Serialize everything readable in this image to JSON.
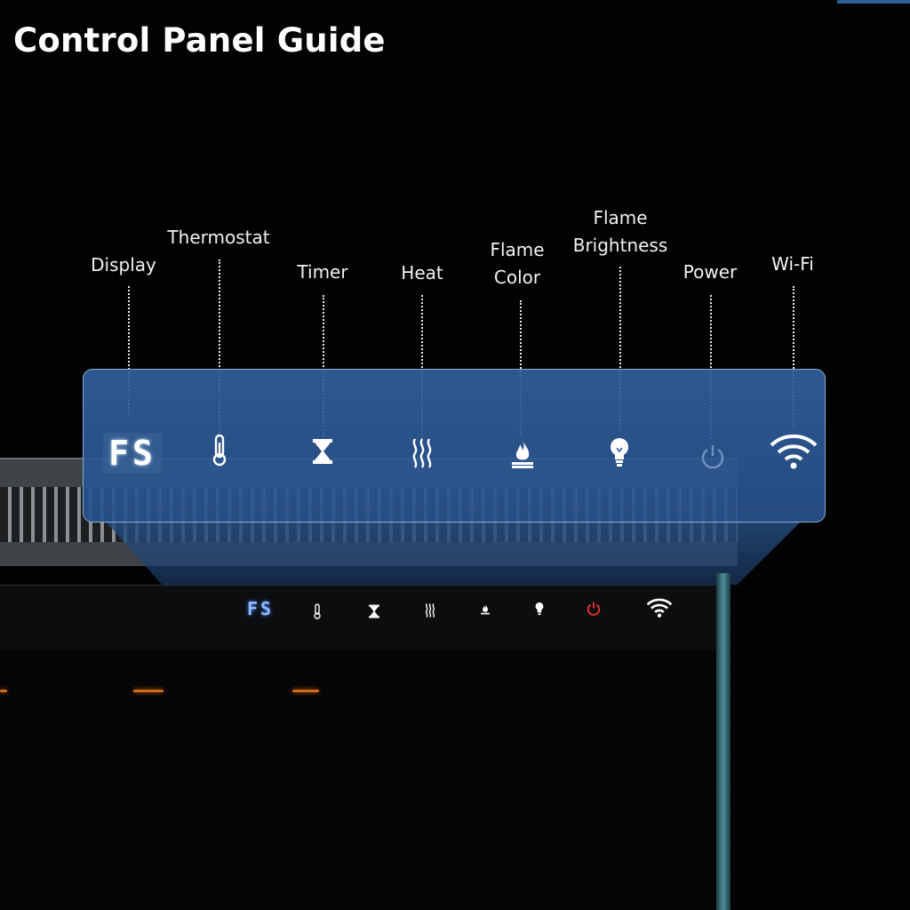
{
  "page": {
    "title": "Control Panel Guide"
  },
  "controls": [
    {
      "id": "display",
      "label": "Display",
      "icon": "display-fs-readout",
      "readout": "FS"
    },
    {
      "id": "thermostat",
      "label": "Thermostat",
      "icon": "thermometer-icon"
    },
    {
      "id": "timer",
      "label": "Timer",
      "icon": "hourglass-icon"
    },
    {
      "id": "heat",
      "label": "Heat",
      "icon": "heat-waves-icon"
    },
    {
      "id": "flame-color",
      "label": "Flame\nColor",
      "icon": "flame-color-icon"
    },
    {
      "id": "flame-brightness",
      "label": "Flame\nBrightness",
      "icon": "lightbulb-icon"
    },
    {
      "id": "power",
      "label": "Power",
      "icon": "power-icon"
    },
    {
      "id": "wifi",
      "label": "Wi-Fi",
      "icon": "wifi-icon"
    }
  ],
  "colors": {
    "background": "#020203",
    "overlay": "#315f9c",
    "power_active": "#e0342a",
    "display_glow": "#8fb8ff"
  }
}
